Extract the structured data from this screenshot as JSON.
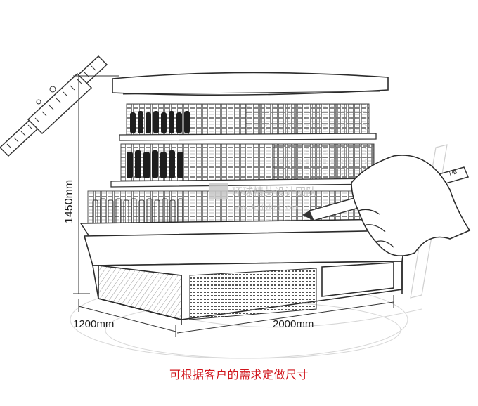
{
  "dimensions": {
    "height_label": "1450mm",
    "depth_label": "1200mm",
    "width_label": "2000mm"
  },
  "watermark": {
    "name": "环球精英设计团队",
    "url": "www.hjjykzj.com"
  },
  "caption": "可根据客户的需求定做尺寸",
  "pencil_brand": "HB",
  "colors": {
    "line": "#2b2b2b",
    "caption": "#d0141b",
    "watermark": "#b9b9b9"
  }
}
